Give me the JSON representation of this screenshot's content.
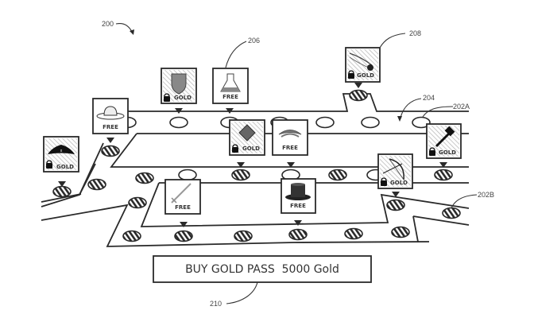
{
  "figure": {
    "reference_numerals": {
      "figure": "200",
      "track_a": "202A",
      "track_b": "202B",
      "player_marker": "204",
      "reward_tile": "206",
      "premium_tile": "208",
      "purchase_button": "210"
    }
  },
  "purchase_button": {
    "label": "BUY GOLD PASS  5000 Gold"
  },
  "reward_tiles": [
    {
      "id": "pirate-hat",
      "icon": "pirate-hat-icon",
      "tier": "GOLD",
      "locked": true,
      "label": "GOLD"
    },
    {
      "id": "straw-hat",
      "icon": "straw-hat-icon",
      "tier": "FREE",
      "locked": false,
      "label": "FREE"
    },
    {
      "id": "shield",
      "icon": "shield-icon",
      "tier": "GOLD",
      "locked": true,
      "label": "GOLD"
    },
    {
      "id": "potion",
      "icon": "potion-flask-icon",
      "tier": "FREE",
      "locked": false,
      "label": "FREE"
    },
    {
      "id": "gem",
      "icon": "gem-icon",
      "tier": "GOLD",
      "locked": true,
      "label": "GOLD"
    },
    {
      "id": "wings",
      "icon": "wings-icon",
      "tier": "FREE",
      "locked": false,
      "label": "FREE"
    },
    {
      "id": "cape",
      "icon": "cape-icon",
      "tier": "GOLD",
      "locked": true,
      "label": "GOLD"
    },
    {
      "id": "hammer",
      "icon": "hammer-icon",
      "tier": "GOLD",
      "locked": true,
      "label": "GOLD"
    },
    {
      "id": "sword",
      "icon": "sword-icon",
      "tier": "FREE",
      "locked": false,
      "label": "FREE"
    },
    {
      "id": "top-hat",
      "icon": "top-hat-icon",
      "tier": "FREE",
      "locked": false,
      "label": "FREE"
    },
    {
      "id": "bow",
      "icon": "bow-arrow-icon",
      "tier": "GOLD",
      "locked": true,
      "label": "GOLD"
    }
  ],
  "node_states": {
    "open": "unvisited",
    "hatched": "completed"
  }
}
